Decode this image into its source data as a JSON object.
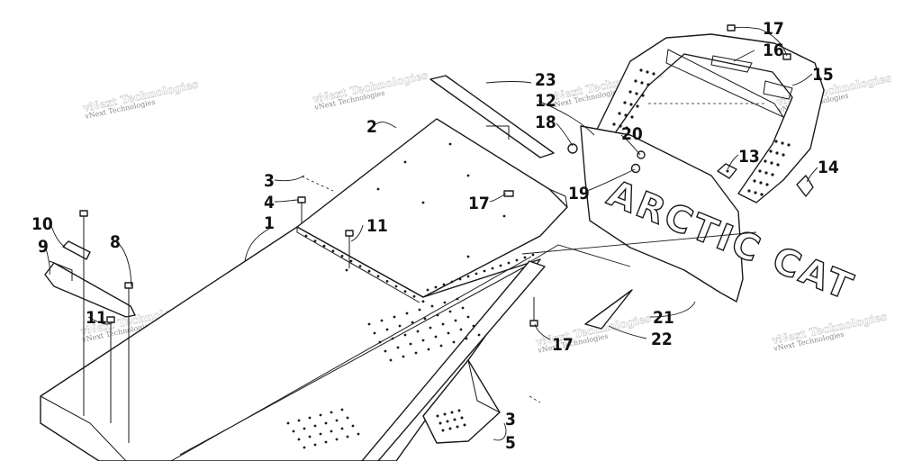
{
  "diagram": {
    "labels": {
      "l1": "1",
      "l2": "2",
      "l3a": "3",
      "l3b": "3",
      "l4": "4",
      "l5": "5",
      "l8": "8",
      "l9": "9",
      "l10": "10",
      "l11a": "11",
      "l11b": "11",
      "l12": "12",
      "l13": "13",
      "l14": "14",
      "l15": "15",
      "l16": "16",
      "l17a": "17",
      "l17b": "17",
      "l17c": "17",
      "l18": "18",
      "l19": "19",
      "l20": "20",
      "l21": "21",
      "l22": "22",
      "l23": "23"
    },
    "brand_text": "ARCTIC CAT",
    "watermark": "vNext Technologies"
  }
}
